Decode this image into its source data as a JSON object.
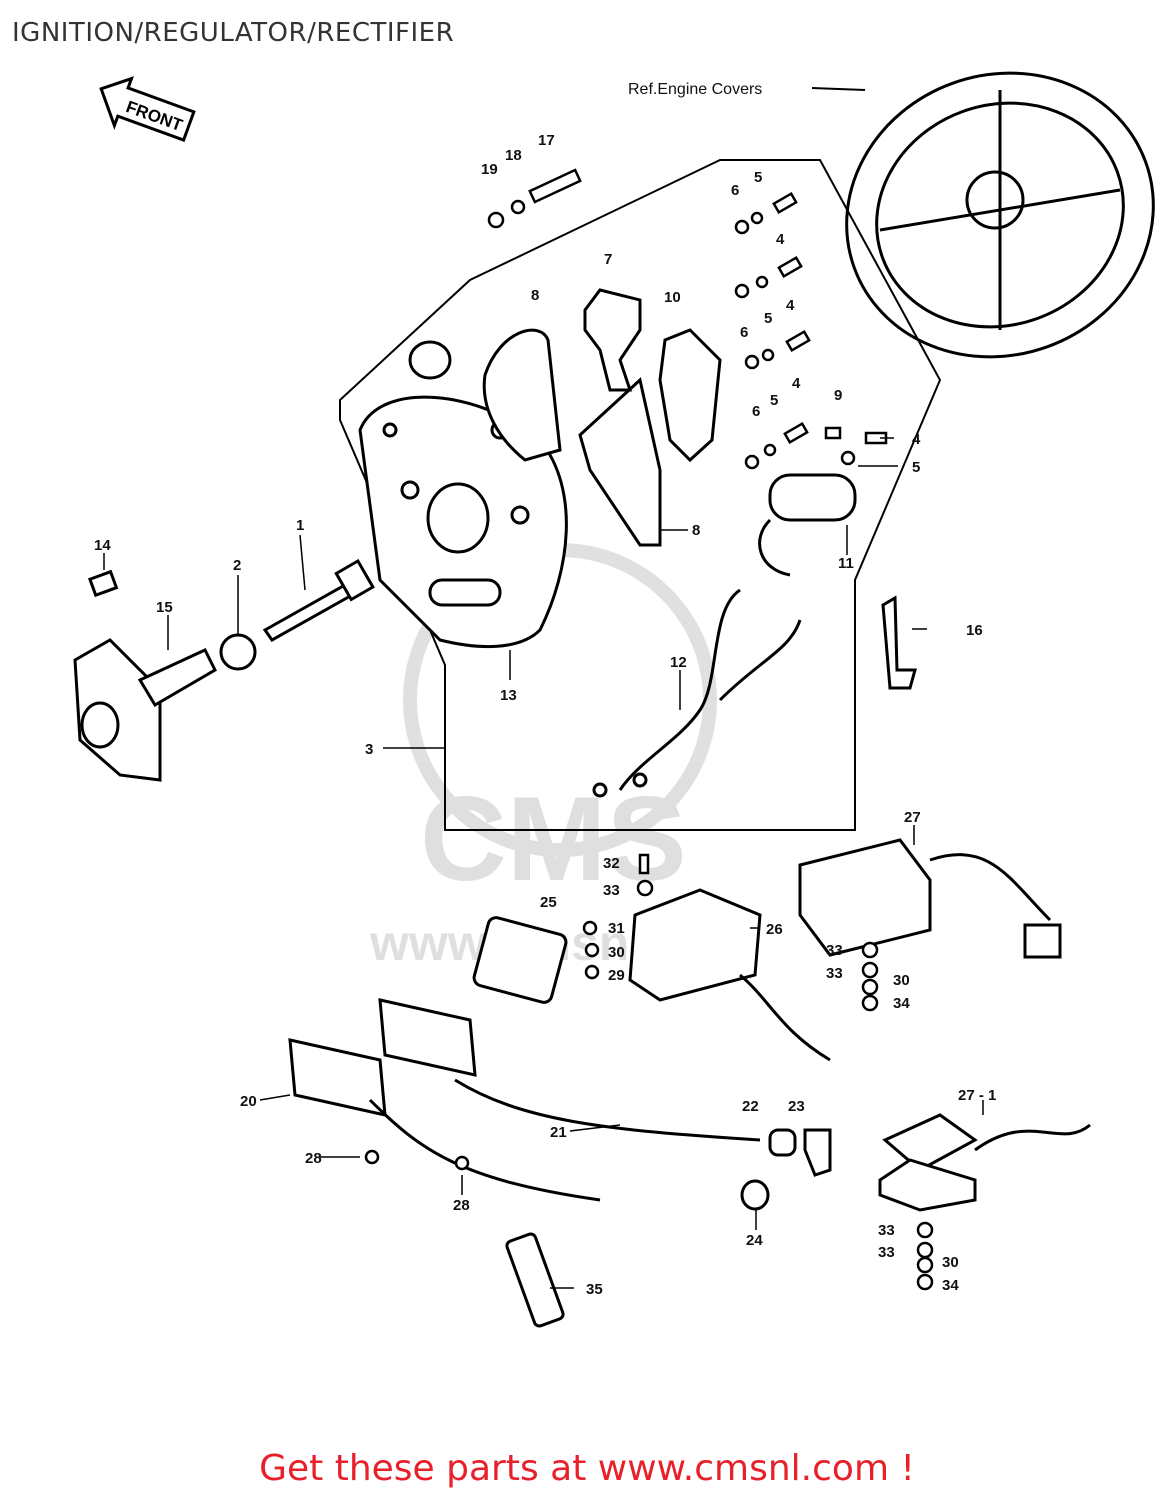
{
  "header": {
    "title": "IGNITION/REGULATOR/RECTIFIER"
  },
  "front_arrow": {
    "label": "FRONT"
  },
  "ref_label": "Ref.Engine Covers",
  "callouts": {
    "c1": "1",
    "c2": "2",
    "c3": "3",
    "c4a": "4",
    "c4b": "4",
    "c4c": "4",
    "c4d": "4",
    "c5a": "5",
    "c5b": "5",
    "c5c": "5",
    "c5d": "5",
    "c6a": "6",
    "c6b": "6",
    "c6c": "6",
    "c7": "7",
    "c8a": "8",
    "c8b": "8",
    "c9": "9",
    "c10": "10",
    "c11": "11",
    "c12": "12",
    "c13": "13",
    "c14": "14",
    "c15": "15",
    "c16": "16",
    "c17": "17",
    "c18": "18",
    "c19": "19",
    "c20": "20",
    "c21": "21",
    "c22": "22",
    "c23": "23",
    "c24": "24",
    "c25": "25",
    "c26": "26",
    "c27": "27",
    "c27_1": "27 - 1",
    "c28a": "28",
    "c28b": "28",
    "c29": "29",
    "c30a": "30",
    "c30b": "30",
    "c30c": "30",
    "c31": "31",
    "c32": "32",
    "c33a": "33",
    "c33b": "33",
    "c33c": "33",
    "c33d": "33",
    "c33e": "33",
    "c34a": "34",
    "c34b": "34",
    "c35": "35"
  },
  "footer": {
    "text": "Get these parts at www.cmsnl.com !"
  },
  "watermark": {
    "text": "CMS",
    "url_text": "www.cmsnl.com"
  }
}
